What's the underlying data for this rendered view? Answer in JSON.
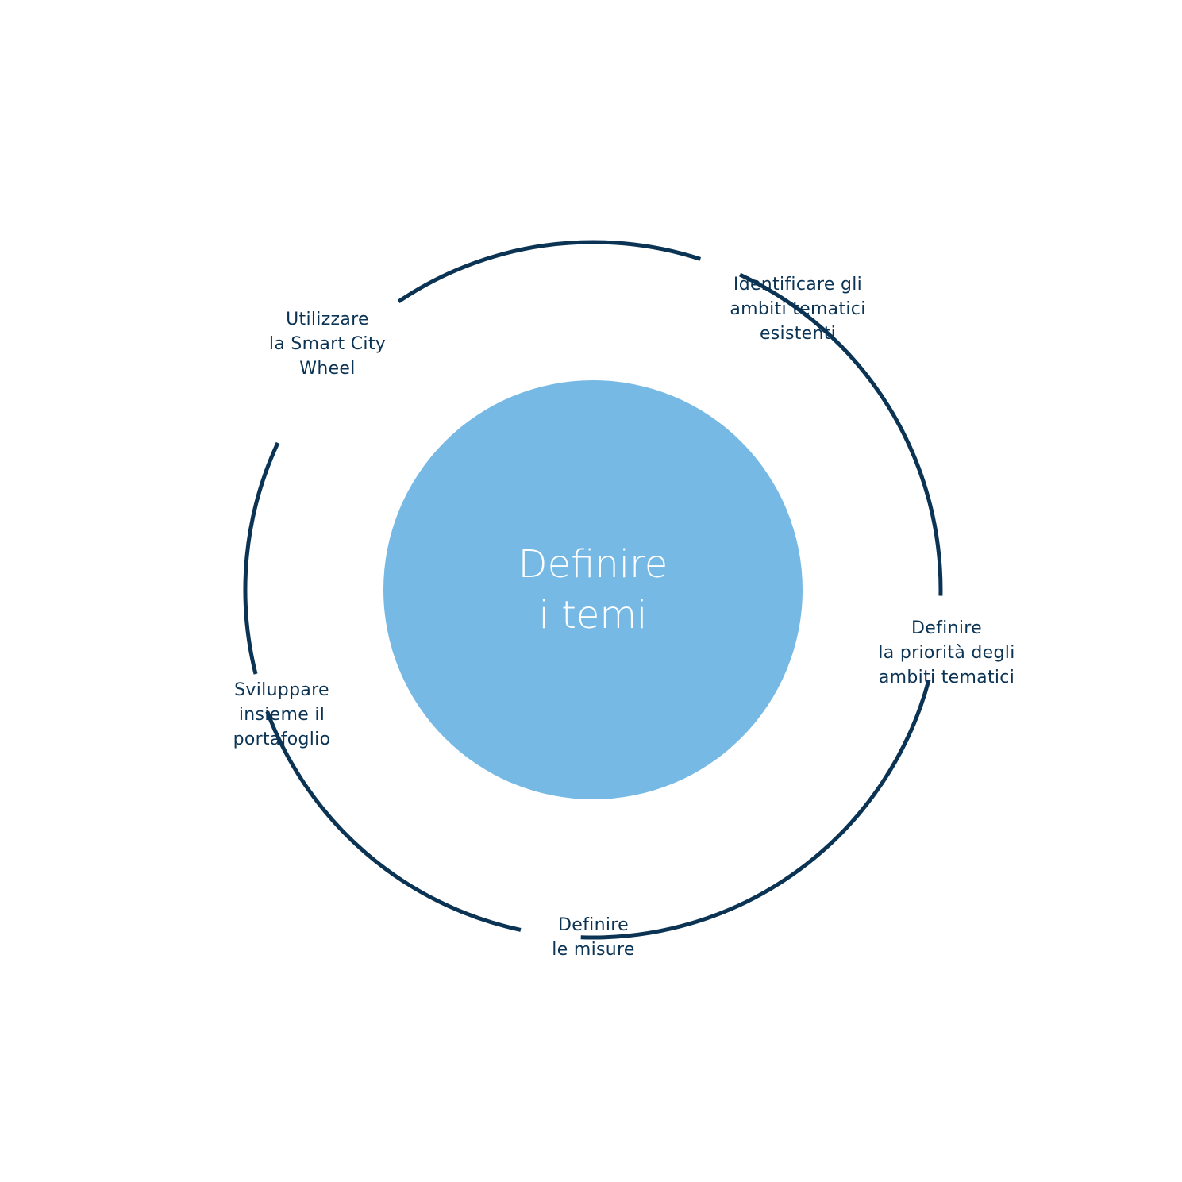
{
  "colors": {
    "ring": "#0b3354",
    "center_fill": "#76b9e4",
    "center_text": "#ffffff",
    "label_text": "#0b3354",
    "background": "#ffffff"
  },
  "center": {
    "line1": "Definire",
    "line2": "i temi"
  },
  "steps": [
    {
      "lines": [
        "Identificare gli",
        "ambiti tematici",
        "esistenti"
      ]
    },
    {
      "lines": [
        "Definire",
        "la priorità degli",
        "ambiti tematici"
      ]
    },
    {
      "lines": [
        "Definire",
        "le misure"
      ]
    },
    {
      "lines": [
        "Sviluppare",
        "insieme il",
        "portafoglio"
      ]
    },
    {
      "lines": [
        "Utilizzare",
        "la Smart City",
        "Wheel"
      ]
    }
  ]
}
